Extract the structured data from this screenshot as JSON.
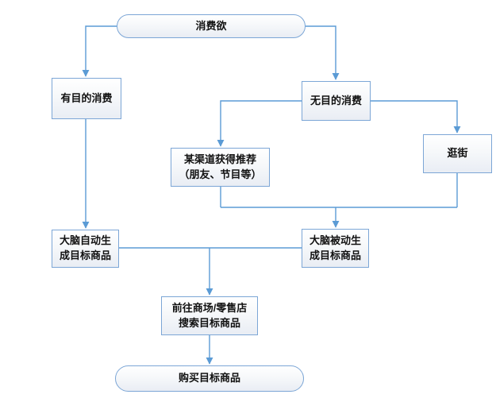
{
  "colors": {
    "line_color": "#5b9bd5",
    "border_color": "#7ca6d6",
    "fill_top": "#ffffff",
    "fill_bottom": "#e9edf4",
    "text_color": "#111111",
    "bg_color": "#ffffff"
  },
  "nodes": {
    "start": {
      "label": "消费欲"
    },
    "purposeful": {
      "label": "有目的消费"
    },
    "purposeless": {
      "label": "无目的消费"
    },
    "channel_recommend": {
      "label": "某渠道获得推荐\n（朋友、节目等）"
    },
    "stroll": {
      "label": "逛街"
    },
    "brain_auto": {
      "label": "大脑自动生\n成目标商品"
    },
    "brain_passive": {
      "label": "大脑被动生\n成目标商品"
    },
    "go_to_store": {
      "label": "前往商场/零售店\n搜索目标商品"
    },
    "end": {
      "label": "购买目标商品"
    }
  }
}
